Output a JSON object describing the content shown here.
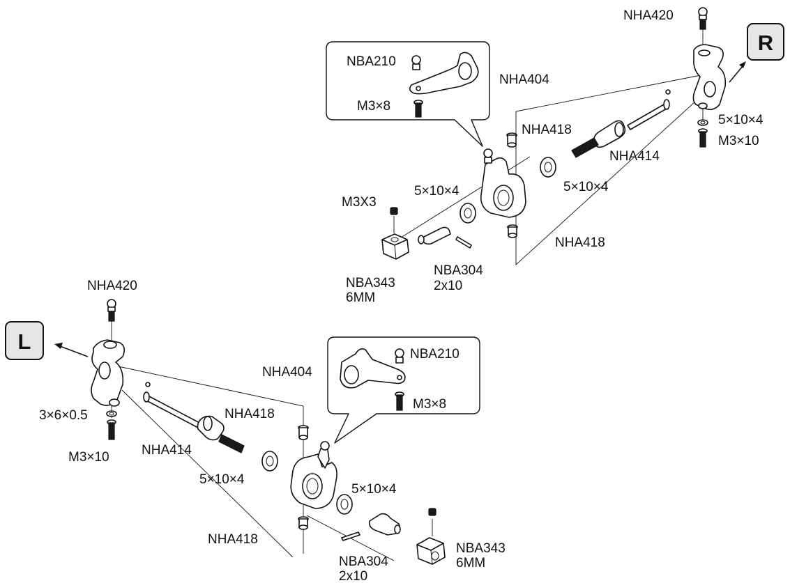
{
  "side_labels": {
    "right": "R",
    "left": "L"
  },
  "right_assembly": {
    "nha420": "NHA420",
    "nba210": "NBA210",
    "nha404": "NHA404",
    "m3x8": "M3×8",
    "nha418_top": "NHA418",
    "bearing_outer": "5×10×4",
    "m3x10": "M3×10",
    "nha414": "NHA414",
    "bearing_mid": "5×10×4",
    "bearing_inner": "5×10×4",
    "m3x3": "M3X3",
    "nha418_bottom": "NHA418",
    "nba304_line1": "NBA304",
    "nba304_line2": "2x10",
    "nba343_line1": "NBA343",
    "nba343_line2": "6MM"
  },
  "left_assembly": {
    "nha420": "NHA420",
    "nha404": "NHA404",
    "nba210": "NBA210",
    "m3x8": "M3×8",
    "washer": "3×6×0.5",
    "nha418_top": "NHA418",
    "m3x10": "M3×10",
    "nha414": "NHA414",
    "bearing_mid": "5×10×4",
    "bearing_inner": "5×10×4",
    "nha418_bottom": "NHA418",
    "nba304_line1": "NBA304",
    "nba304_line2": "2x10",
    "nba343_line1": "NBA343",
    "nba343_line2": "6MM"
  },
  "colors": {
    "line": "#111111",
    "background": "#ffffff",
    "badge_fill": "#e6e6e6"
  }
}
